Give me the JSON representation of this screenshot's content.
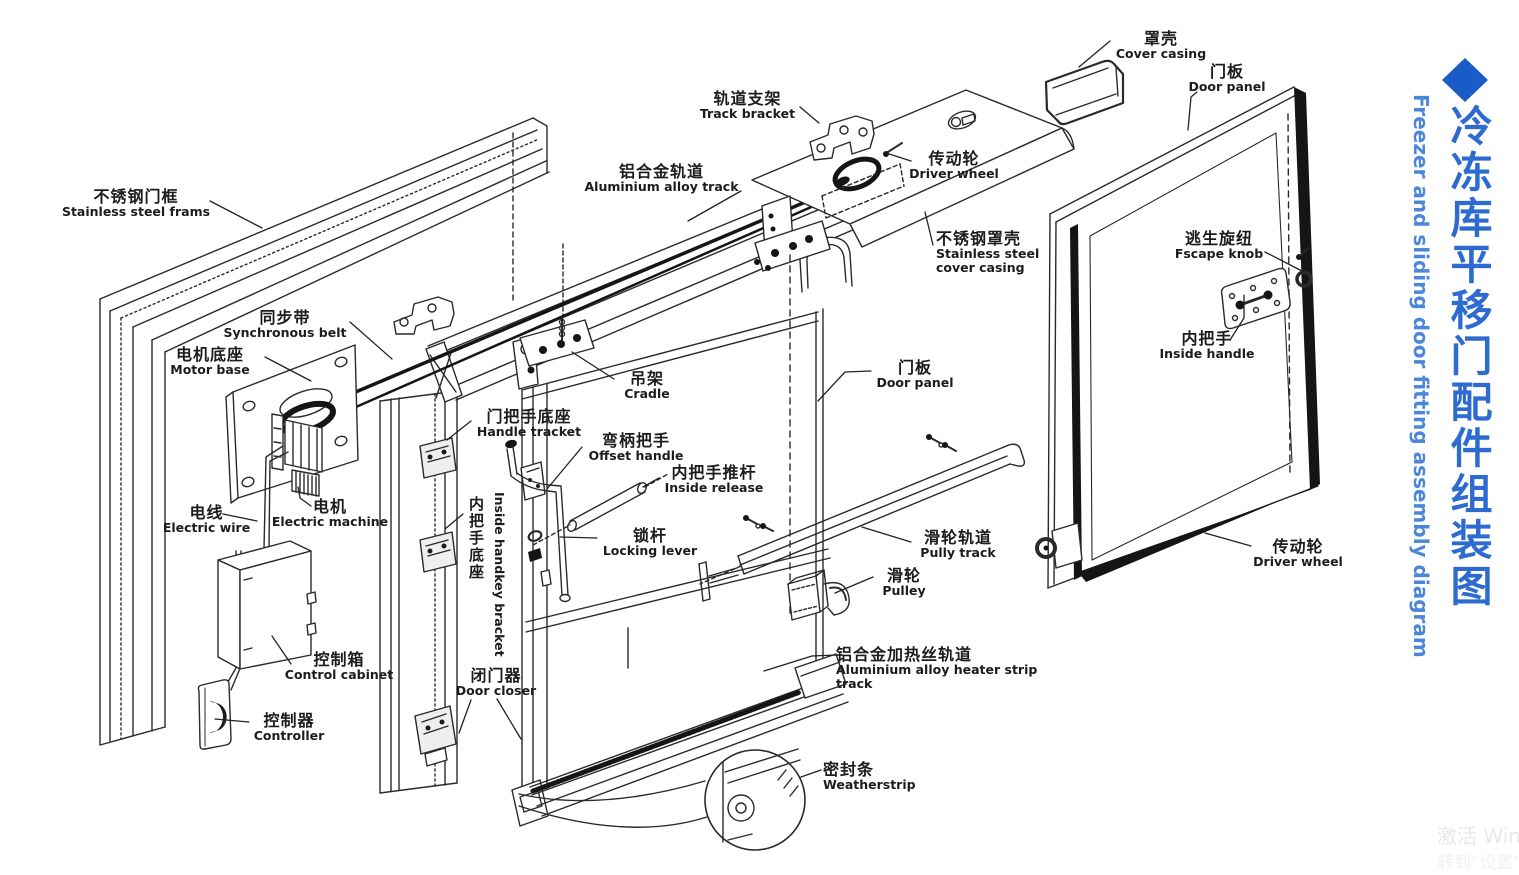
{
  "title": {
    "diamond": "◆",
    "cn": "冷冻库平移门配件组装图",
    "en": "Freezer and sliding door fitting assembly diagram"
  },
  "watermark": {
    "line1": "激活 Win",
    "line2": "转到“设置”"
  },
  "colors": {
    "accent_blue": "#2e6bd0",
    "accent_blue_light": "#4c87d7",
    "line": "#2a2a2a"
  },
  "labels": {
    "stainless_frame": {
      "cn": "不锈钢门框",
      "en": "Stainless steel frams"
    },
    "sync_belt": {
      "cn": "同步带",
      "en": "Synchronous belt"
    },
    "motor_base": {
      "cn": "电机底座",
      "en": "Motor base"
    },
    "track_bracket": {
      "cn": "轨道支架",
      "en": "Track bracket"
    },
    "alu_track": {
      "cn": "铝合金轨道",
      "en": "Aluminium alloy track"
    },
    "driver_wheel_top": {
      "cn": "传动轮",
      "en": "Driver wheel"
    },
    "ss_cover": {
      "cn": "不锈钢罩壳",
      "en": "Stainless steel\ncover casing"
    },
    "cover_casing": {
      "cn": "罩壳",
      "en": "Cover casing"
    },
    "door_panel_right": {
      "cn": "门板",
      "en": "Door panel"
    },
    "escape_knob": {
      "cn": "逃生旋纽",
      "en": "Fscape knob"
    },
    "inside_handle": {
      "cn": "内把手",
      "en": "Inside handle"
    },
    "driver_wheel_bottom": {
      "cn": "传动轮",
      "en": "Driver wheel"
    },
    "cradle": {
      "cn": "吊架",
      "en": "Cradle"
    },
    "handle_bracket": {
      "cn": "门把手底座",
      "en": "Handle tracket"
    },
    "offset_handle": {
      "cn": "弯柄把手",
      "en": "Offset handle"
    },
    "inside_release": {
      "cn": "内把手推杆",
      "en": "Inside release"
    },
    "locking_lever": {
      "cn": "锁杆",
      "en": "Locking lever"
    },
    "inside_handkey_bracket": {
      "cn": "内把手底座",
      "en": "Inside handkey bracket"
    },
    "electric_wire": {
      "cn": "电线",
      "en": "Electric wire"
    },
    "electric_machine": {
      "cn": "电机",
      "en": "Electric machine"
    },
    "control_cabinet": {
      "cn": "控制箱",
      "en": "Control cabinet"
    },
    "controller": {
      "cn": "控制器",
      "en": "Controller"
    },
    "door_closer": {
      "cn": "闭门器",
      "en": "Door closer"
    },
    "door_panel_mid": {
      "cn": "门板",
      "en": "Door panel"
    },
    "pully_track": {
      "cn": "滑轮轨道",
      "en": "Pully track"
    },
    "pulley": {
      "cn": "滑轮",
      "en": "Pulley"
    },
    "heater_track": {
      "cn": "铝合金加热丝轨道",
      "en": "Aluminium alloy heater strip track"
    },
    "weatherstrip": {
      "cn": "密封条",
      "en": "Weatherstrip"
    }
  }
}
